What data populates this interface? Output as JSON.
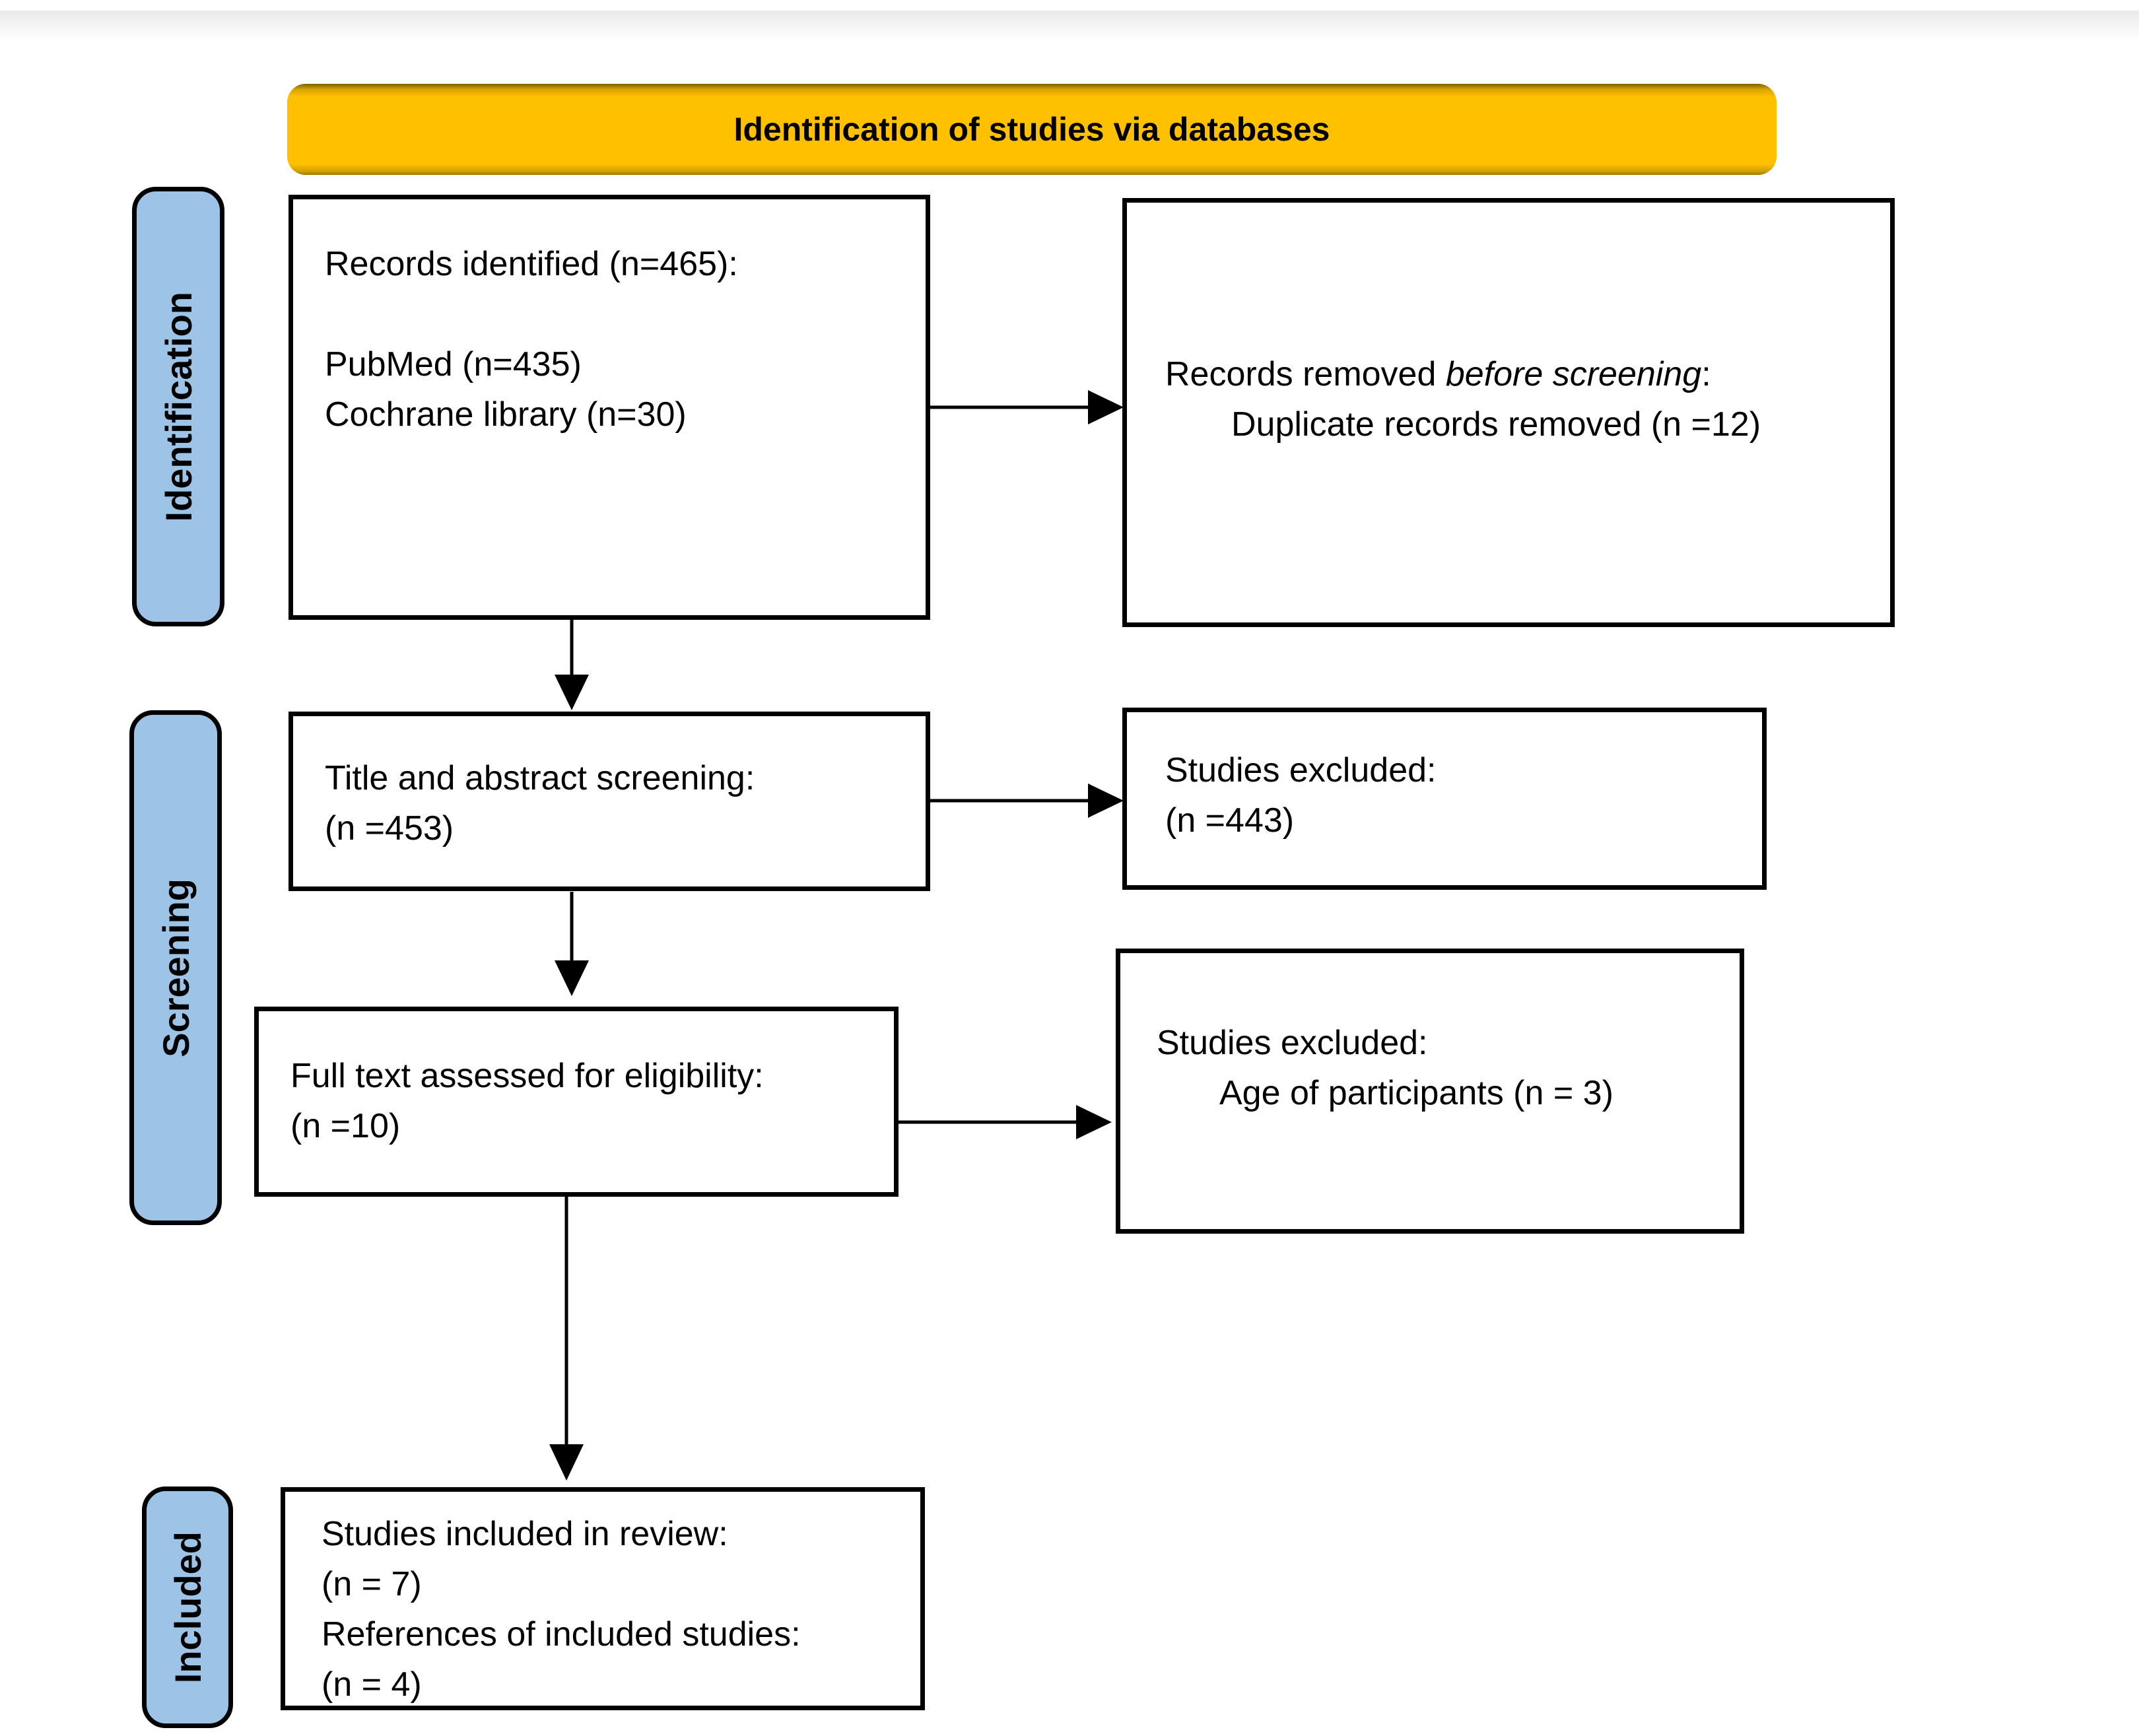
{
  "header": {
    "title": "Identification of studies via databases"
  },
  "stages": {
    "identification": "Identification",
    "screening": "Screening",
    "included": "Included"
  },
  "boxes": {
    "records_identified": {
      "title": "Records identified (n=465):",
      "source1": "PubMed (n=435)",
      "source2": "Cochrane library (n=30)"
    },
    "records_removed": {
      "line1_prefix": "Records removed ",
      "line1_italic": "before screening",
      "line1_suffix": ":",
      "detail": "Duplicate records removed (n =12)"
    },
    "title_abstract_screening": {
      "line1": "Title and abstract screening:",
      "line2": "(n =453)"
    },
    "studies_excluded_screening": {
      "line1": "Studies excluded:",
      "line2": "(n =443)"
    },
    "full_text_assessed": {
      "line1": "Full text assessed for eligibility:",
      "line2": "(n =10)"
    },
    "studies_excluded_fulltext": {
      "line1": "Studies excluded:",
      "detail": "Age of participants (n = 3)"
    },
    "studies_included": {
      "line1": "Studies included in review:",
      "line2": "(n = 7)",
      "line3": "References of included studies:",
      "line4": "(n = 4)"
    }
  },
  "colors": {
    "header_fill": "#FFC000",
    "stage_fill": "#9DC3E6",
    "box_border": "#000000",
    "box_fill": "#FFFFFF"
  }
}
